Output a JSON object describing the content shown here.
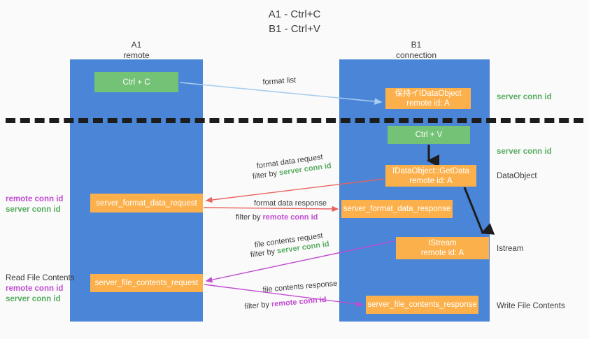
{
  "title": "A1 - Ctrl+C\nB1 - Ctrl+V",
  "colors": {
    "lane": "#4a85d8",
    "box_green": "#74c276",
    "box_orange": "#fcb04b",
    "server_conn_id": "#59ad62",
    "remote_conn_id": "#c04cd0",
    "arrow_blue": "#a8cdef",
    "arrow_red": "#e8635f",
    "arrow_purple": "#c04cd0",
    "arrow_black": "#1d1d1d",
    "divider": "#1d1d1d",
    "background": "#fafafa"
  },
  "lanes": [
    {
      "id": "a1",
      "title": "A1\nremote"
    },
    {
      "id": "b1",
      "title": "B1\nconnection"
    }
  ],
  "boxes": {
    "ctrl_c": "Ctrl + C",
    "hold_idataobject": "保持イIDataObject\nremote id: A",
    "ctrl_v": "Ctrl + V",
    "getdata": "IDataObject::GetData\nremote id: A",
    "format_data_request": "server_format_data_request",
    "format_data_response": "server_format_data_response",
    "istream": "IStream\nremote id: A",
    "file_contents_request": "server_file_contents_request",
    "file_contents_response": "server_file_contents_response"
  },
  "side_labels": {
    "server_conn_id_top": "server conn id",
    "server_conn_id_mid": "server conn id",
    "dataobject": "DataObject",
    "istream": "Istream",
    "write_file_contents": "Write File Contents"
  },
  "left_labels": {
    "read_file_contents": "Read File Contents",
    "remote_conn_id": "remote conn id",
    "server_conn_id": "server conn id"
  },
  "edge_labels": {
    "format_list": "format list",
    "format_data_request": "format data request",
    "format_data_request_filter_prefix": "filter by ",
    "format_data_request_filter_key": "server conn id",
    "format_data_response": "format data response",
    "format_data_response_filter_prefix": "filter by ",
    "format_data_response_filter_key": "remote conn id",
    "file_contents_request": "file contents request",
    "file_contents_request_filter_prefix": "filter by ",
    "file_contents_request_filter_key": "server conn id",
    "file_contents_response": "file contents response",
    "file_contents_response_filter_prefix": "filter by ",
    "file_contents_response_filter_key": "remote conn id"
  }
}
